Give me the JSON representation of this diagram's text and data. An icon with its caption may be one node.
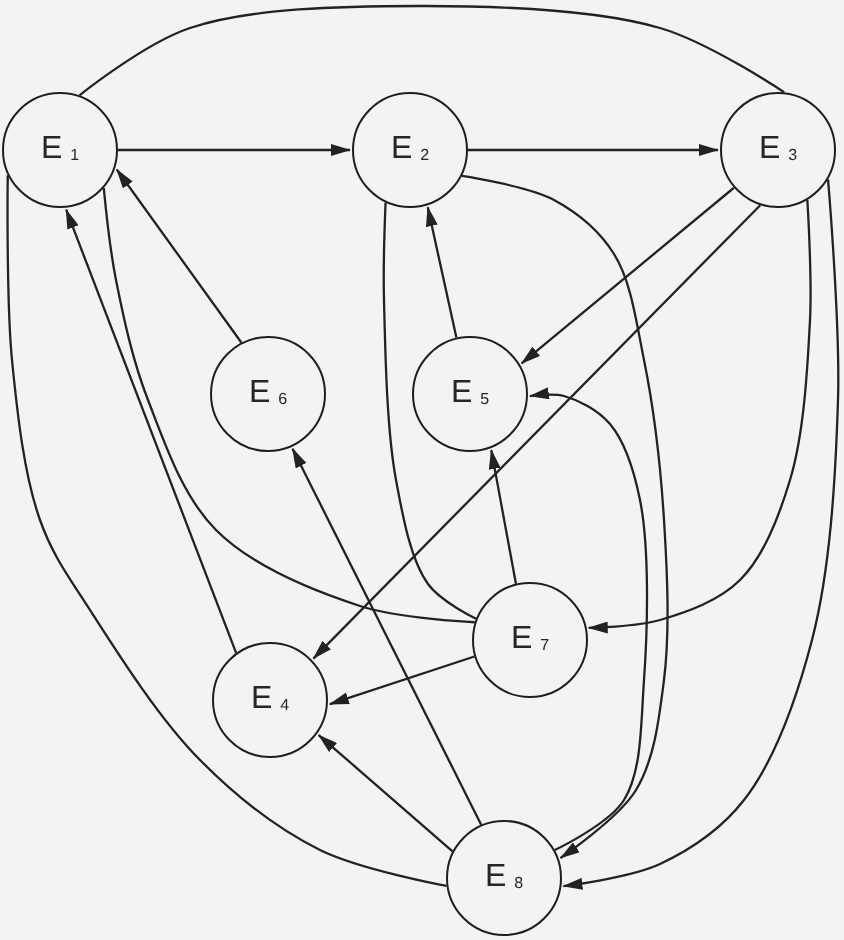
{
  "diagram": {
    "nodes": [
      {
        "text": [
          "E$_{1}$"
        ]
      },
      {
        "text": [
          "E$_{2}$"
        ]
      },
      {
        "text": [
          "E$_{3}$"
        ]
      },
      {
        "text": [
          "E$_{6}$"
        ]
      },
      {
        "text": [
          "E$_{5}$"
        ]
      },
      {
        "text": [
          "E$_{7}$"
        ]
      },
      {
        "text": [
          "E$_{4}$"
        ]
      },
      {
        "text": [
          "E$_{8}$"
        ]
      }
    ],
    "edges": [
      {
        "from": 0,
        "to": 1,
        "arrow": "to"
      },
      {
        "from": 1,
        "to": 2,
        "arrow": "to"
      },
      {
        "from": 0,
        "to": 2,
        "arrow": "none"
      },
      {
        "from": 3,
        "to": 0,
        "arrow": "to"
      },
      {
        "from": 6,
        "to": 0,
        "arrow": "to"
      },
      {
        "from": 0,
        "to": 5,
        "arrow": "none"
      },
      {
        "from": 1,
        "to": 5,
        "arrow": "none"
      },
      {
        "from": 4,
        "to": 1,
        "arrow": "to"
      },
      {
        "from": 2,
        "to": 4,
        "arrow": "to"
      },
      {
        "from": 2,
        "to": 6,
        "arrow": "to"
      },
      {
        "from": 1,
        "to": 7,
        "arrow": "to"
      },
      {
        "from": 2,
        "to": 5,
        "arrow": "to"
      },
      {
        "from": 2,
        "to": 7,
        "arrow": "to"
      },
      {
        "from": 5,
        "to": 4,
        "arrow": "to"
      },
      {
        "from": 5,
        "to": 6,
        "arrow": "to"
      },
      {
        "from": 7,
        "to": 4,
        "arrow": "to"
      },
      {
        "from": 7,
        "to": 3,
        "arrow": "to"
      },
      {
        "from": 7,
        "to": 6,
        "arrow": "to"
      },
      {
        "from": 0,
        "to": 7,
        "arrow": "none"
      }
    ]
  }
}
